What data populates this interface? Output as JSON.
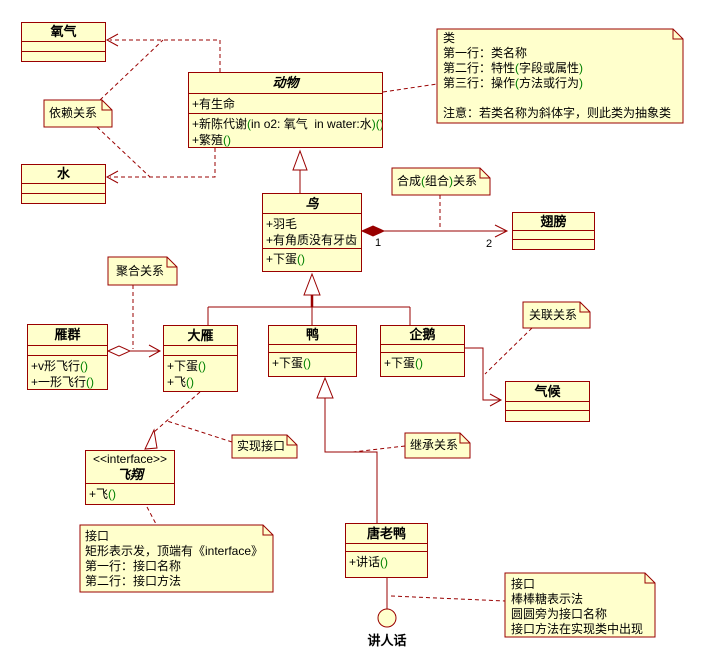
{
  "colors": {
    "line": "#990000",
    "fill": "#ffffcc",
    "paren": "#008000",
    "text": "#000000",
    "background": "#ffffff"
  },
  "classes": {
    "oxygen": {
      "name": "氧气"
    },
    "water": {
      "name": "水"
    },
    "animal": {
      "name": "动物",
      "attrs": [
        "+有生命"
      ],
      "ops": [
        "+新陈代谢(in o2: 氧气  in water:水)()",
        "+繁殖()"
      ]
    },
    "bird": {
      "name": "鸟",
      "attrs": [
        "+羽毛",
        "+有角质没有牙齿"
      ],
      "ops": [
        "+下蛋()"
      ]
    },
    "wing": {
      "name": "翅膀"
    },
    "flock": {
      "name": "雁群",
      "ops": [
        "+v形飞行()",
        "+一形飞行()"
      ]
    },
    "goose": {
      "name": "大雁",
      "ops": [
        "+下蛋()",
        "+飞()"
      ]
    },
    "duck": {
      "name": "鸭",
      "ops": [
        "+下蛋()"
      ]
    },
    "penguin": {
      "name": "企鹅",
      "ops": [
        "+下蛋()"
      ]
    },
    "climate": {
      "name": "气候"
    },
    "fly_interface": {
      "stereotype": "<<interface>>",
      "name": "飞翔",
      "ops": [
        "+飞()"
      ]
    },
    "donald": {
      "name": "唐老鸭",
      "ops": [
        "+讲话()"
      ]
    }
  },
  "notes": {
    "class_explain": {
      "lines": [
        "类",
        "第一行：类名称",
        "第二行：特性(字段或属性)",
        "第三行：操作(方法或行为)",
        "",
        "注意：若类名称为斜体字，则此类为抽象类"
      ]
    },
    "dependency": {
      "lines": [
        "依赖关系"
      ]
    },
    "composition": {
      "lines": [
        "合成(组合)关系"
      ]
    },
    "aggregation": {
      "lines": [
        "聚合关系"
      ]
    },
    "association": {
      "lines": [
        "关联关系"
      ]
    },
    "realize": {
      "lines": [
        "实现接口"
      ]
    },
    "inherit": {
      "lines": [
        "继承关系"
      ]
    },
    "interface_rect": {
      "lines": [
        "接口",
        "矩形表示发，顶端有《interface》",
        "第一行：接口名称",
        "第二行：接口方法"
      ]
    },
    "interface_lollipop": {
      "lines": [
        "接口",
        "棒棒糖表示法",
        "圆圆旁为接口名称",
        "接口方法在实现类中出现"
      ]
    }
  },
  "labels": {
    "composition_from": "1",
    "composition_to": "2",
    "lollipop_interface": "讲人话"
  }
}
